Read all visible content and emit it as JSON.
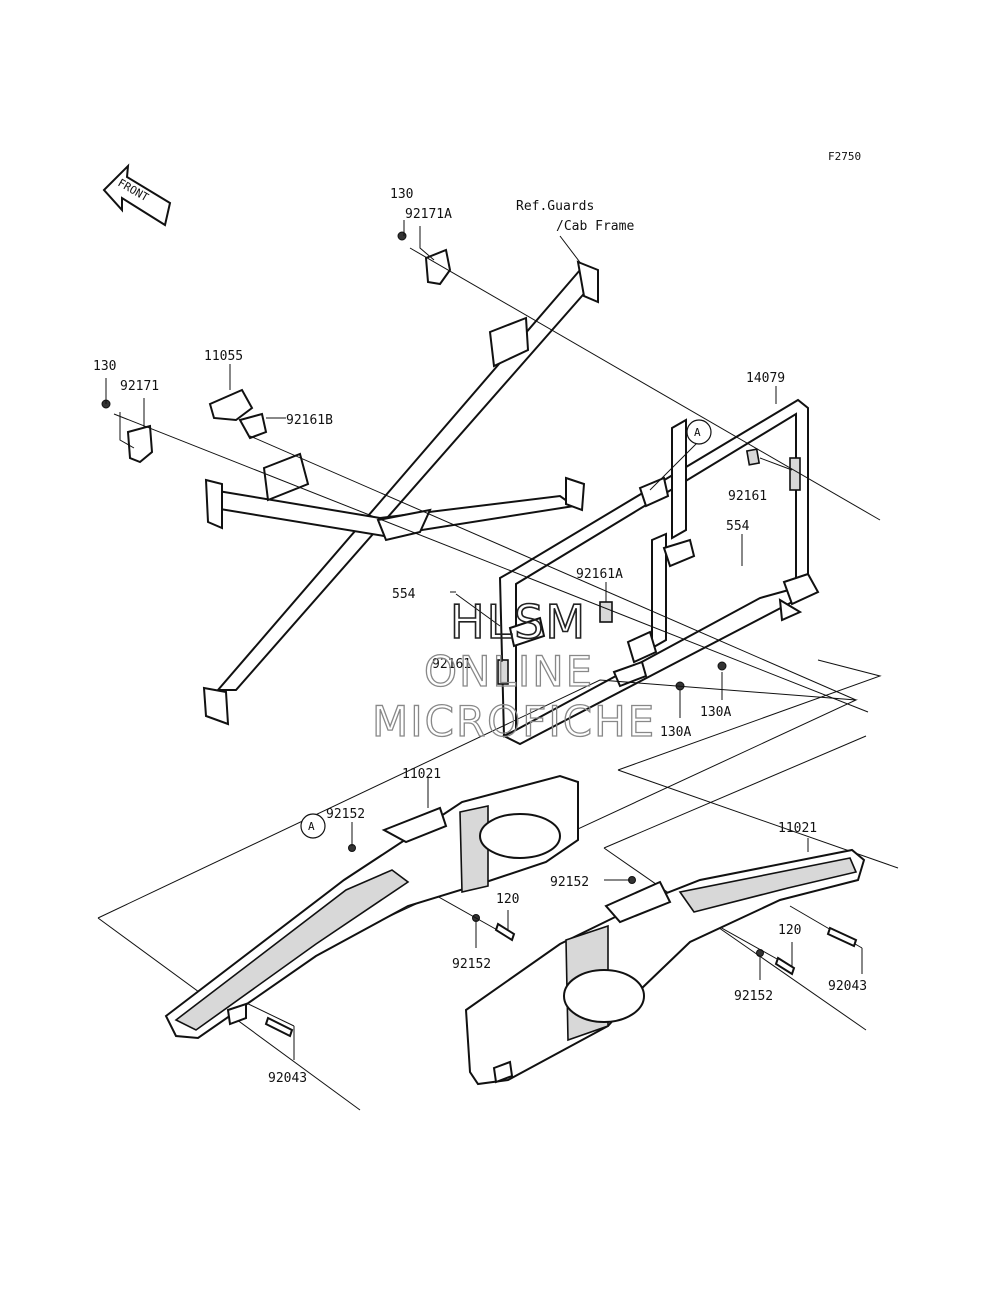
{
  "figure_code": "F2750",
  "front_arrow_label": "FRONT",
  "reference_note": {
    "line1": "Ref.Guards",
    "line2": "/Cab Frame"
  },
  "callouts": {
    "p130_top": "130",
    "p92171A": "92171A",
    "p11055": "11055",
    "p130_left": "130",
    "p92171": "92171",
    "p92161B": "92161B",
    "p14079": "14079",
    "p92161_right": "92161",
    "p554_right": "554",
    "p92161A": "92161A",
    "p554_left": "554",
    "p92161_mid": "92161",
    "p130A_right": "130A",
    "p130A_left": "130A",
    "p11021_left": "11021",
    "p92152_a": "92152",
    "p120_left": "120",
    "p92152_b": "92152",
    "p92043_left": "92043",
    "p11021_right": "11021",
    "p92152_c": "92152",
    "p120_right": "120",
    "p92152_d": "92152",
    "p92043_right": "92043"
  },
  "reference_marker": {
    "upper": "A",
    "lower": "A"
  },
  "watermark": {
    "line1": "HLSM",
    "line2": "ONLINE",
    "line3": "MICROFICHE"
  }
}
